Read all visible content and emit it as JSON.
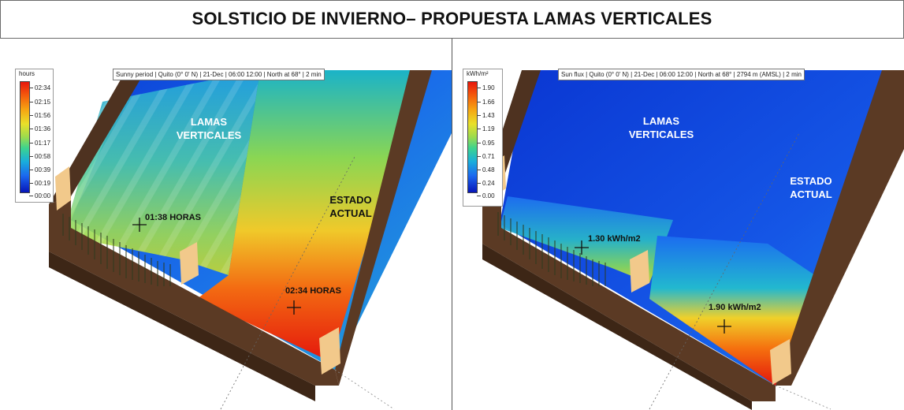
{
  "title": "SOLSTICIO DE INVIERNO– PROPUESTA LAMAS VERTICALES",
  "left_panel": {
    "info": "Sunny period | Quito (0° 0' N) | 21-Dec | 06:00 12:00 | North at 68° | 2 min",
    "legend_title": "hours",
    "legend_ticks": [
      "02:34",
      "02:15",
      "01:56",
      "01:36",
      "01:17",
      "00:58",
      "00:39",
      "00:19",
      "00:00"
    ],
    "label_proposal": [
      "LAMAS",
      "VERTICALES"
    ],
    "label_current": [
      "ESTADO",
      "ACTUAL"
    ],
    "value_proposal": "01:38 HORAS",
    "value_current": "02:34 HORAS"
  },
  "right_panel": {
    "info": "Sun flux | Quito (0° 0' N) | 21-Dec | 06:00 12:00 | North at 68° | 2794 m (AMSL) | 2 min",
    "legend_title": "kWh/m²",
    "legend_ticks": [
      "1.90",
      "1.66",
      "1.43",
      "1.19",
      "0.95",
      "0.71",
      "0.48",
      "0.24",
      "0.00"
    ],
    "label_proposal": [
      "LAMAS",
      "VERTICALES"
    ],
    "label_current": [
      "ESTADO",
      "ACTUAL"
    ],
    "value_proposal": "1.30 kWh/m2",
    "value_current": "1.90 kWh/m2"
  },
  "colors": {
    "hot": "#e8170c",
    "warm": "#f6a412",
    "mid": "#9bdb4e",
    "cool": "#19aedb",
    "cold": "#0715b8",
    "wall": "#5b3a24",
    "column": "#f2c98b"
  }
}
